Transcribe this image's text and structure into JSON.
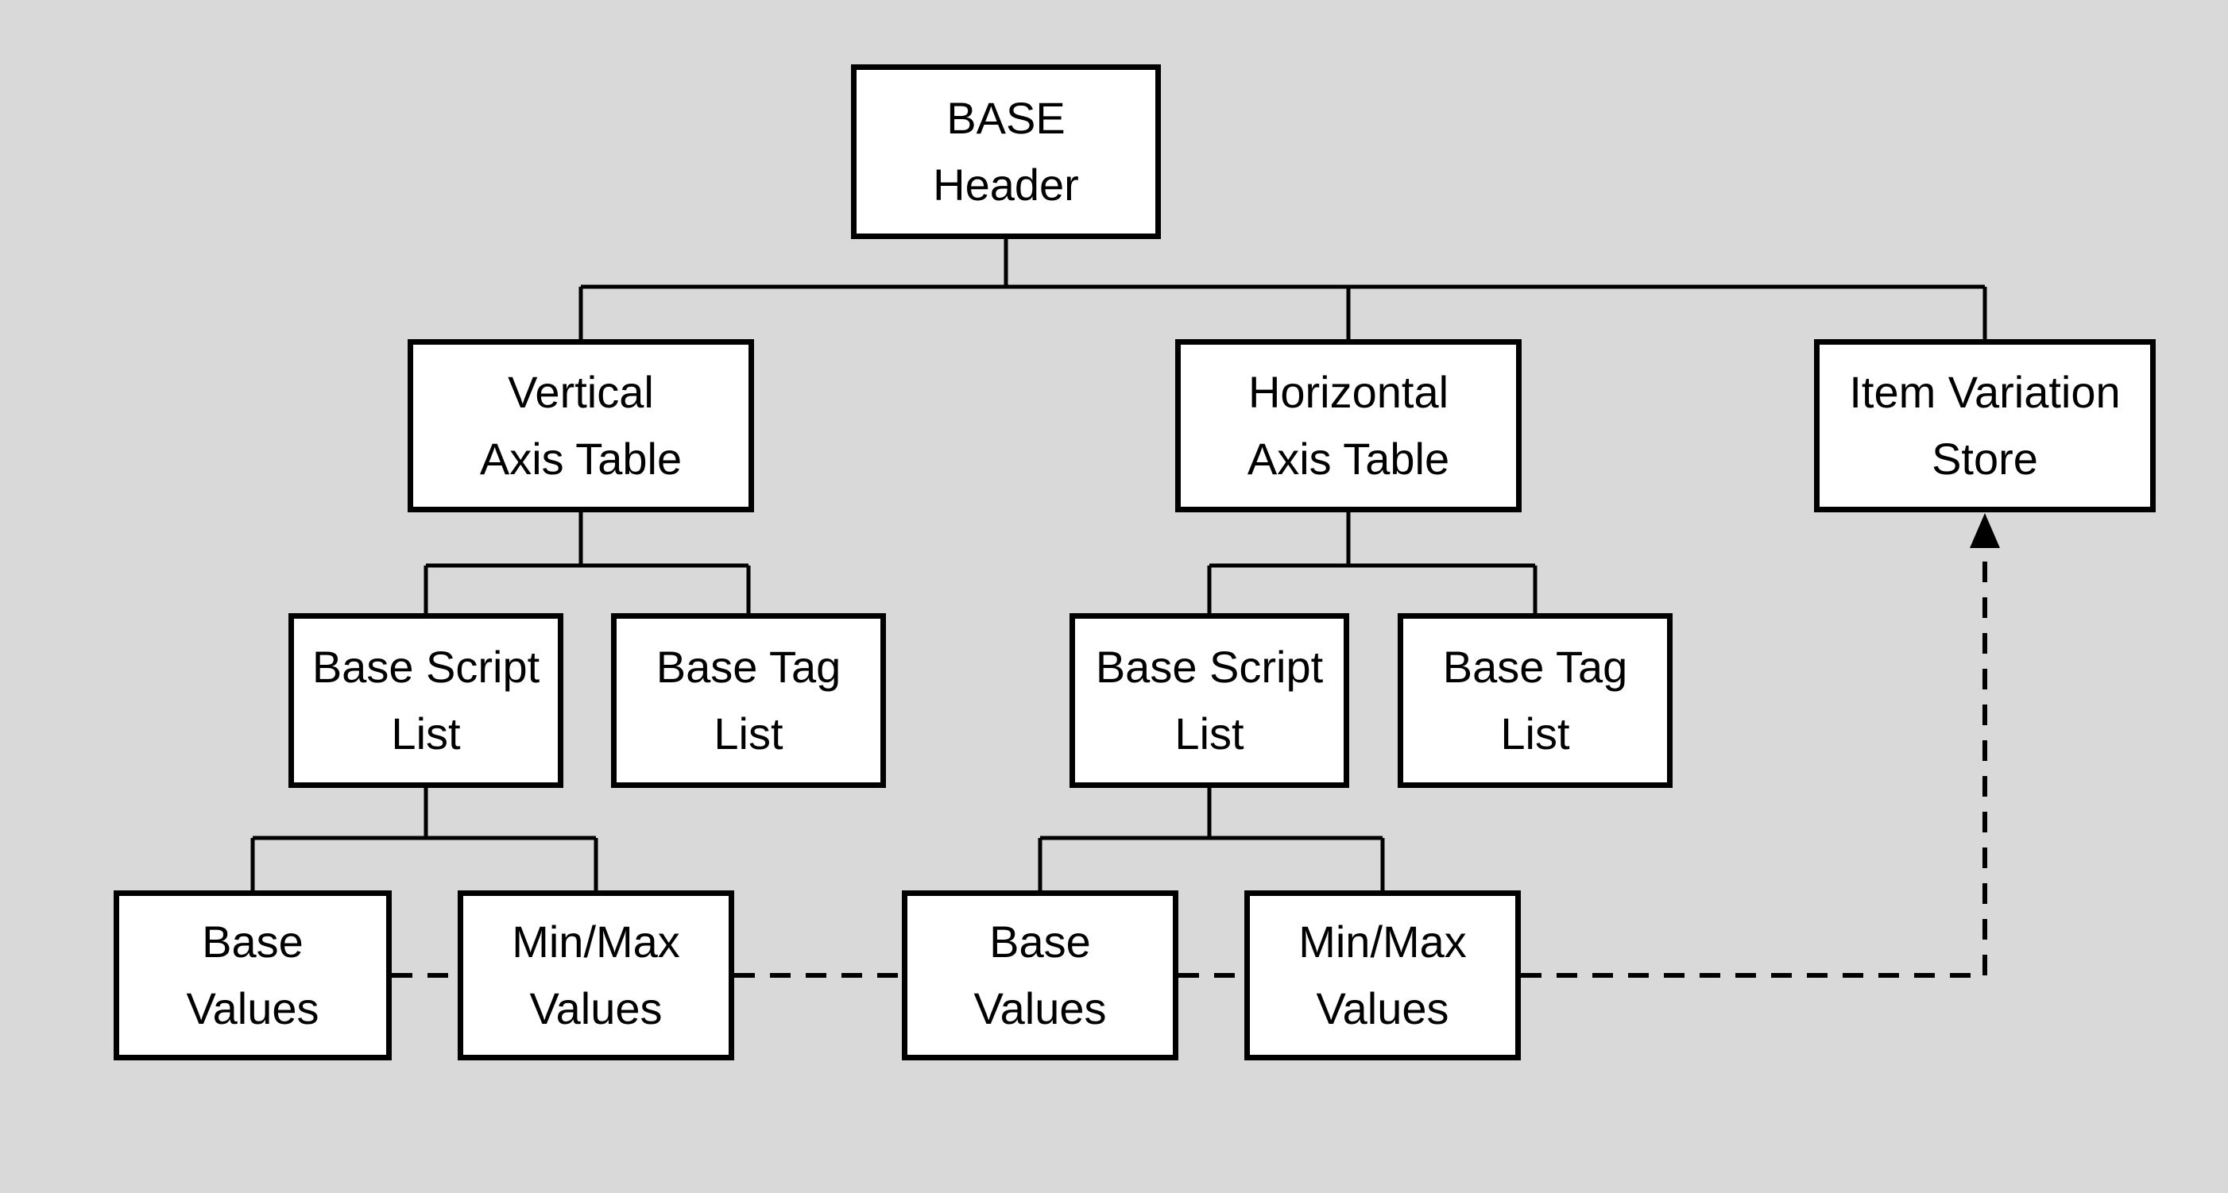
{
  "diagram": {
    "title": "BASE table structure diagram",
    "colors": {
      "background": "#d9d9d9",
      "box_fill": "#ffffff",
      "line_color": "#000000"
    },
    "nodes": {
      "base_header": {
        "label": "BASE\nHeader"
      },
      "vertical_axis_table": {
        "label": "Vertical\nAxis Table"
      },
      "horizontal_axis_table": {
        "label": "Horizontal\nAxis Table"
      },
      "item_variation_store": {
        "label": "Item Variation\nStore"
      },
      "vertical_base_script_list": {
        "label": "Base Script\nList"
      },
      "vertical_base_tag_list": {
        "label": "Base Tag\nList"
      },
      "horizontal_base_script_list": {
        "label": "Base Script\nList"
      },
      "horizontal_base_tag_list": {
        "label": "Base Tag\nList"
      },
      "vertical_base_values": {
        "label": "Base\nValues"
      },
      "vertical_minmax_values": {
        "label": "Min/Max\nValues"
      },
      "horizontal_base_values": {
        "label": "Base\nValues"
      },
      "horizontal_minmax_values": {
        "label": "Min/Max\nValues"
      }
    },
    "edges": {
      "solid": [
        "BASE Header -> Vertical Axis Table",
        "BASE Header -> Horizontal Axis Table",
        "BASE Header -> Item Variation Store",
        "Vertical Axis Table -> Base Script List",
        "Vertical Axis Table -> Base Tag List",
        "Horizontal Axis Table -> Base Script List",
        "Horizontal Axis Table -> Base Tag List",
        "Base Script List (vertical) -> Base Values",
        "Base Script List (vertical) -> Min/Max Values",
        "Base Script List (horizontal) -> Base Values",
        "Base Script List (horizontal) -> Min/Max Values"
      ],
      "dashed": [
        "Base Values - Min/Max Values - Base Values - Min/Max Values -> Item Variation Store (arrow up)"
      ]
    }
  }
}
